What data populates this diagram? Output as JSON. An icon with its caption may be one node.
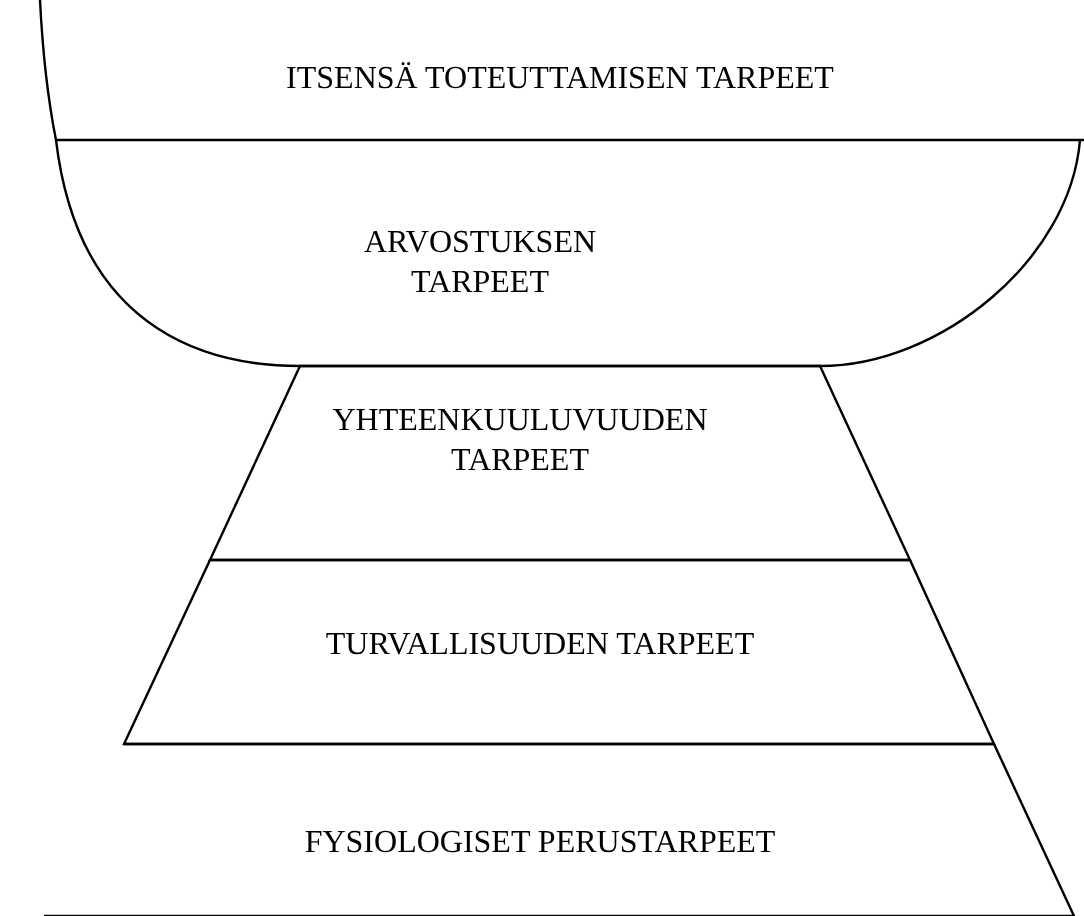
{
  "diagram": {
    "nodes": [
      {
        "text": [
          "ITSENSÄ TOTEUTTAMISEN TARPEET"
        ]
      },
      {
        "text": [
          "ARVOSTUKSEN TARPEET"
        ]
      },
      {
        "text": [
          "YHTEENKUULUVUUDEN TARPEET"
        ]
      },
      {
        "text": [
          "TURVALLISUUDEN TARPEET"
        ]
      },
      {
        "text": [
          "FYSIOLOGISET PERUSTARPEET"
        ]
      }
    ]
  }
}
